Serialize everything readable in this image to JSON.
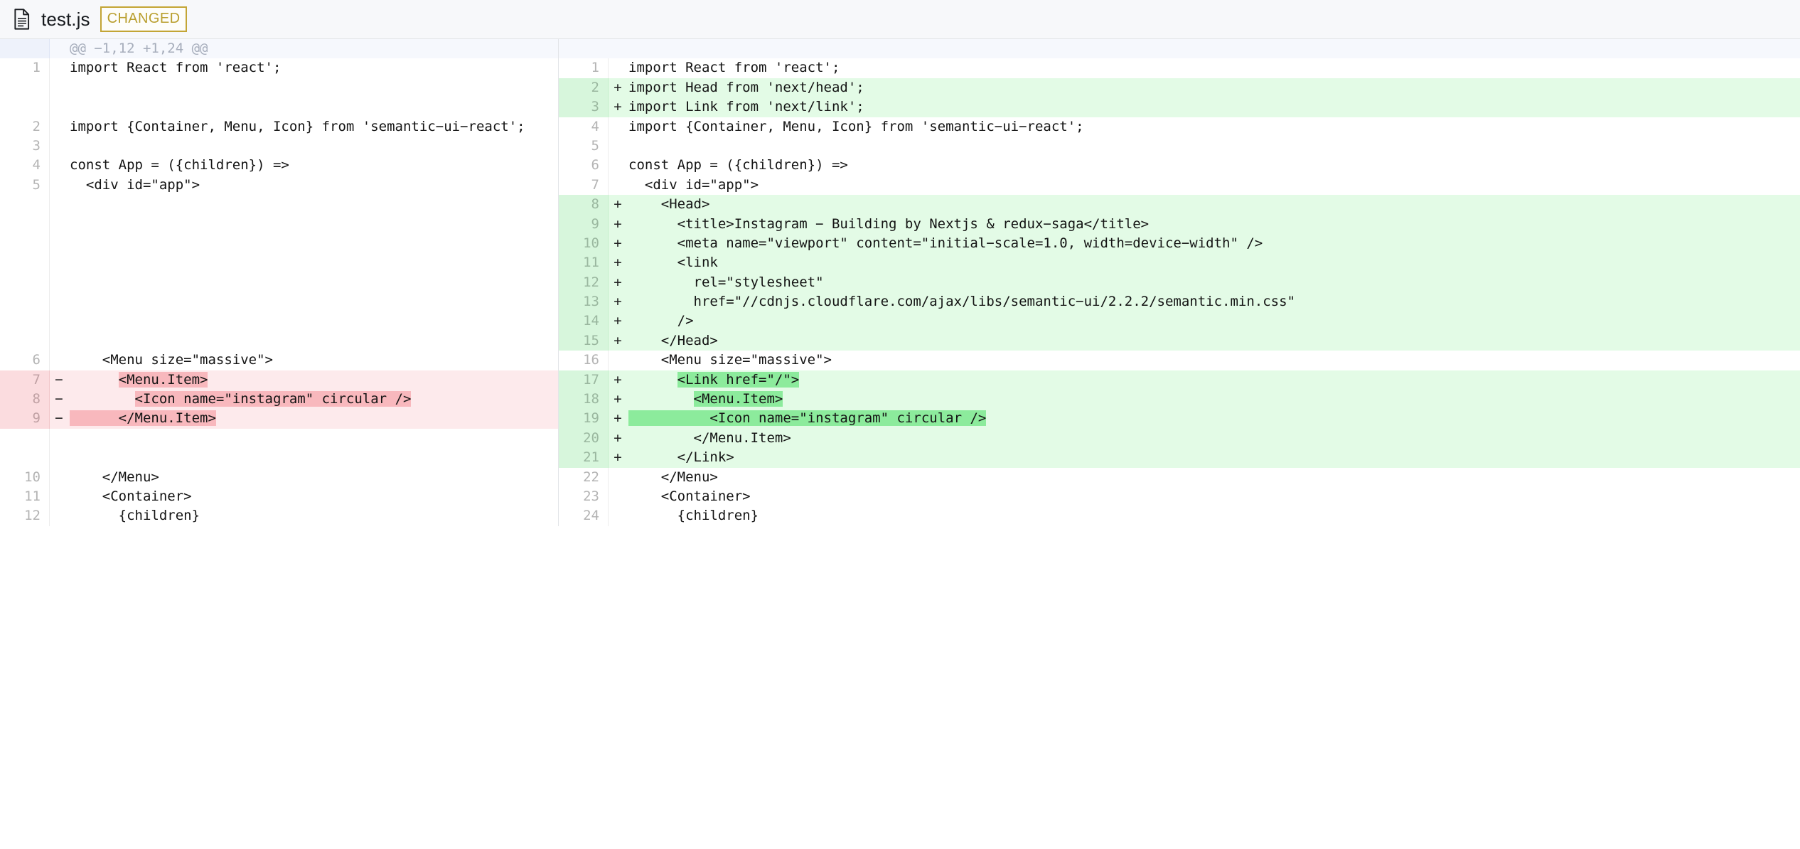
{
  "header": {
    "file_icon": "file-document-icon",
    "file_name": "test.js",
    "status_label": "CHANGED",
    "status_color": "#b99f2e",
    "status_border_color": "#c3a535"
  },
  "colors": {
    "add_bg": "#e3fbe6",
    "del_bg": "#fdeaec",
    "add_word": "#8ceb9c",
    "del_word": "#f8b8bd",
    "hunk_bg": "#f6f8fd",
    "gutter_text": "#b4b4b4"
  },
  "hunk": {
    "label": "@@ −1,12 +1,24 @@"
  },
  "rows": [
    {
      "kind": "hunk",
      "left": {
        "num": "",
        "marker": "",
        "segments": [
          {
            "t": "@@ −1,12 +1,24 @@",
            "h": ""
          }
        ]
      },
      "right": {
        "num": "",
        "marker": "",
        "segments": []
      },
      "right_kind": "empty"
    },
    {
      "kind": "ctx",
      "left": {
        "num": "1",
        "marker": "",
        "segments": [
          {
            "t": "import React from 'react';",
            "h": ""
          }
        ]
      },
      "right": {
        "num": "1",
        "marker": "",
        "segments": [
          {
            "t": "import React from 'react';",
            "h": ""
          }
        ]
      },
      "right_kind": "ctx"
    },
    {
      "kind": "blank",
      "left": {
        "num": "",
        "marker": "",
        "segments": []
      },
      "right": {
        "num": "2",
        "marker": "+",
        "segments": [
          {
            "t": "import Head from 'next/head';",
            "h": ""
          }
        ]
      },
      "right_kind": "add"
    },
    {
      "kind": "blank",
      "left": {
        "num": "",
        "marker": "",
        "segments": []
      },
      "right": {
        "num": "3",
        "marker": "+",
        "segments": [
          {
            "t": "import Link from 'next/link';",
            "h": ""
          }
        ]
      },
      "right_kind": "add"
    },
    {
      "kind": "ctx",
      "left": {
        "num": "2",
        "marker": "",
        "segments": [
          {
            "t": "import {Container, Menu, Icon} from 'semantic−ui−react';",
            "h": ""
          }
        ]
      },
      "right": {
        "num": "4",
        "marker": "",
        "segments": [
          {
            "t": "import {Container, Menu, Icon} from 'semantic−ui−react';",
            "h": ""
          }
        ]
      },
      "right_kind": "ctx"
    },
    {
      "kind": "ctx",
      "left": {
        "num": "3",
        "marker": "",
        "segments": []
      },
      "right": {
        "num": "5",
        "marker": "",
        "segments": []
      },
      "right_kind": "ctx"
    },
    {
      "kind": "ctx",
      "left": {
        "num": "4",
        "marker": "",
        "segments": [
          {
            "t": "const App = ({children}) =>",
            "h": ""
          }
        ]
      },
      "right": {
        "num": "6",
        "marker": "",
        "segments": [
          {
            "t": "const App = ({children}) =>",
            "h": ""
          }
        ]
      },
      "right_kind": "ctx"
    },
    {
      "kind": "ctx",
      "left": {
        "num": "5",
        "marker": "",
        "segments": [
          {
            "t": "  <div id=\"app\">",
            "h": ""
          }
        ]
      },
      "right": {
        "num": "7",
        "marker": "",
        "segments": [
          {
            "t": "  <div id=\"app\">",
            "h": ""
          }
        ]
      },
      "right_kind": "ctx"
    },
    {
      "kind": "blank",
      "left": {
        "num": "",
        "marker": "",
        "segments": []
      },
      "right": {
        "num": "8",
        "marker": "+",
        "segments": [
          {
            "t": "    <Head>",
            "h": ""
          }
        ]
      },
      "right_kind": "add"
    },
    {
      "kind": "blank",
      "left": {
        "num": "",
        "marker": "",
        "segments": []
      },
      "right": {
        "num": "9",
        "marker": "+",
        "segments": [
          {
            "t": "      <title>Instagram − Building by Nextjs & redux−saga</title>",
            "h": ""
          }
        ]
      },
      "right_kind": "add"
    },
    {
      "kind": "blank",
      "left": {
        "num": "",
        "marker": "",
        "segments": []
      },
      "right": {
        "num": "10",
        "marker": "+",
        "segments": [
          {
            "t": "      <meta name=\"viewport\" content=\"initial−scale=1.0, width=device−width\" />",
            "h": ""
          }
        ]
      },
      "right_kind": "add"
    },
    {
      "kind": "blank",
      "left": {
        "num": "",
        "marker": "",
        "segments": []
      },
      "right": {
        "num": "11",
        "marker": "+",
        "segments": [
          {
            "t": "      <link",
            "h": ""
          }
        ]
      },
      "right_kind": "add"
    },
    {
      "kind": "blank",
      "left": {
        "num": "",
        "marker": "",
        "segments": []
      },
      "right": {
        "num": "12",
        "marker": "+",
        "segments": [
          {
            "t": "        rel=\"stylesheet\"",
            "h": ""
          }
        ]
      },
      "right_kind": "add"
    },
    {
      "kind": "blank",
      "left": {
        "num": "",
        "marker": "",
        "segments": []
      },
      "right": {
        "num": "13",
        "marker": "+",
        "segments": [
          {
            "t": "        href=\"//cdnjs.cloudflare.com/ajax/libs/semantic−ui/2.2.2/semantic.min.css\"",
            "h": ""
          }
        ]
      },
      "right_kind": "add"
    },
    {
      "kind": "blank",
      "left": {
        "num": "",
        "marker": "",
        "segments": []
      },
      "right": {
        "num": "14",
        "marker": "+",
        "segments": [
          {
            "t": "      />",
            "h": ""
          }
        ]
      },
      "right_kind": "add"
    },
    {
      "kind": "blank",
      "left": {
        "num": "",
        "marker": "",
        "segments": []
      },
      "right": {
        "num": "15",
        "marker": "+",
        "segments": [
          {
            "t": "    </Head>",
            "h": ""
          }
        ]
      },
      "right_kind": "add"
    },
    {
      "kind": "ctx",
      "left": {
        "num": "6",
        "marker": "",
        "segments": [
          {
            "t": "    <Menu size=\"massive\">",
            "h": ""
          }
        ]
      },
      "right": {
        "num": "16",
        "marker": "",
        "segments": [
          {
            "t": "    <Menu size=\"massive\">",
            "h": ""
          }
        ]
      },
      "right_kind": "ctx"
    },
    {
      "kind": "del",
      "left": {
        "num": "7",
        "marker": "−",
        "segments": [
          {
            "t": "      ",
            "h": ""
          },
          {
            "t": "<Menu.Item>",
            "h": "del"
          }
        ]
      },
      "right": {
        "num": "17",
        "marker": "+",
        "segments": [
          {
            "t": "      ",
            "h": ""
          },
          {
            "t": "<Link href=\"/\">",
            "h": "add"
          }
        ]
      },
      "right_kind": "add"
    },
    {
      "kind": "del",
      "left": {
        "num": "8",
        "marker": "−",
        "segments": [
          {
            "t": "        ",
            "h": ""
          },
          {
            "t": "<Icon name=\"instagram\" circular />",
            "h": "del"
          }
        ]
      },
      "right": {
        "num": "18",
        "marker": "+",
        "segments": [
          {
            "t": "        ",
            "h": ""
          },
          {
            "t": "<Menu.Item>",
            "h": "add"
          }
        ]
      },
      "right_kind": "add"
    },
    {
      "kind": "del",
      "left": {
        "num": "9",
        "marker": "−",
        "segments": [
          {
            "t": "    ",
            "h": "del"
          },
          {
            "t": "  </Menu.Item>",
            "h": "del"
          }
        ]
      },
      "right": {
        "num": "19",
        "marker": "+",
        "segments": [
          {
            "t": "    ",
            "h": "add"
          },
          {
            "t": "      <Icon name=\"instagram\" circular />",
            "h": "add"
          }
        ]
      },
      "right_kind": "add"
    },
    {
      "kind": "blank",
      "left": {
        "num": "",
        "marker": "",
        "segments": []
      },
      "right": {
        "num": "20",
        "marker": "+",
        "segments": [
          {
            "t": "        </Menu.Item>",
            "h": ""
          }
        ]
      },
      "right_kind": "add"
    },
    {
      "kind": "blank",
      "left": {
        "num": "",
        "marker": "",
        "segments": []
      },
      "right": {
        "num": "21",
        "marker": "+",
        "segments": [
          {
            "t": "      </Link>",
            "h": ""
          }
        ]
      },
      "right_kind": "add"
    },
    {
      "kind": "ctx",
      "left": {
        "num": "10",
        "marker": "",
        "segments": [
          {
            "t": "    </Menu>",
            "h": ""
          }
        ]
      },
      "right": {
        "num": "22",
        "marker": "",
        "segments": [
          {
            "t": "    </Menu>",
            "h": ""
          }
        ]
      },
      "right_kind": "ctx"
    },
    {
      "kind": "ctx",
      "left": {
        "num": "11",
        "marker": "",
        "segments": [
          {
            "t": "    <Container>",
            "h": ""
          }
        ]
      },
      "right": {
        "num": "23",
        "marker": "",
        "segments": [
          {
            "t": "    <Container>",
            "h": ""
          }
        ]
      },
      "right_kind": "ctx"
    },
    {
      "kind": "ctx",
      "left": {
        "num": "12",
        "marker": "",
        "segments": [
          {
            "t": "      {children}",
            "h": ""
          }
        ]
      },
      "right": {
        "num": "24",
        "marker": "",
        "segments": [
          {
            "t": "      {children}",
            "h": ""
          }
        ]
      },
      "right_kind": "ctx"
    }
  ]
}
